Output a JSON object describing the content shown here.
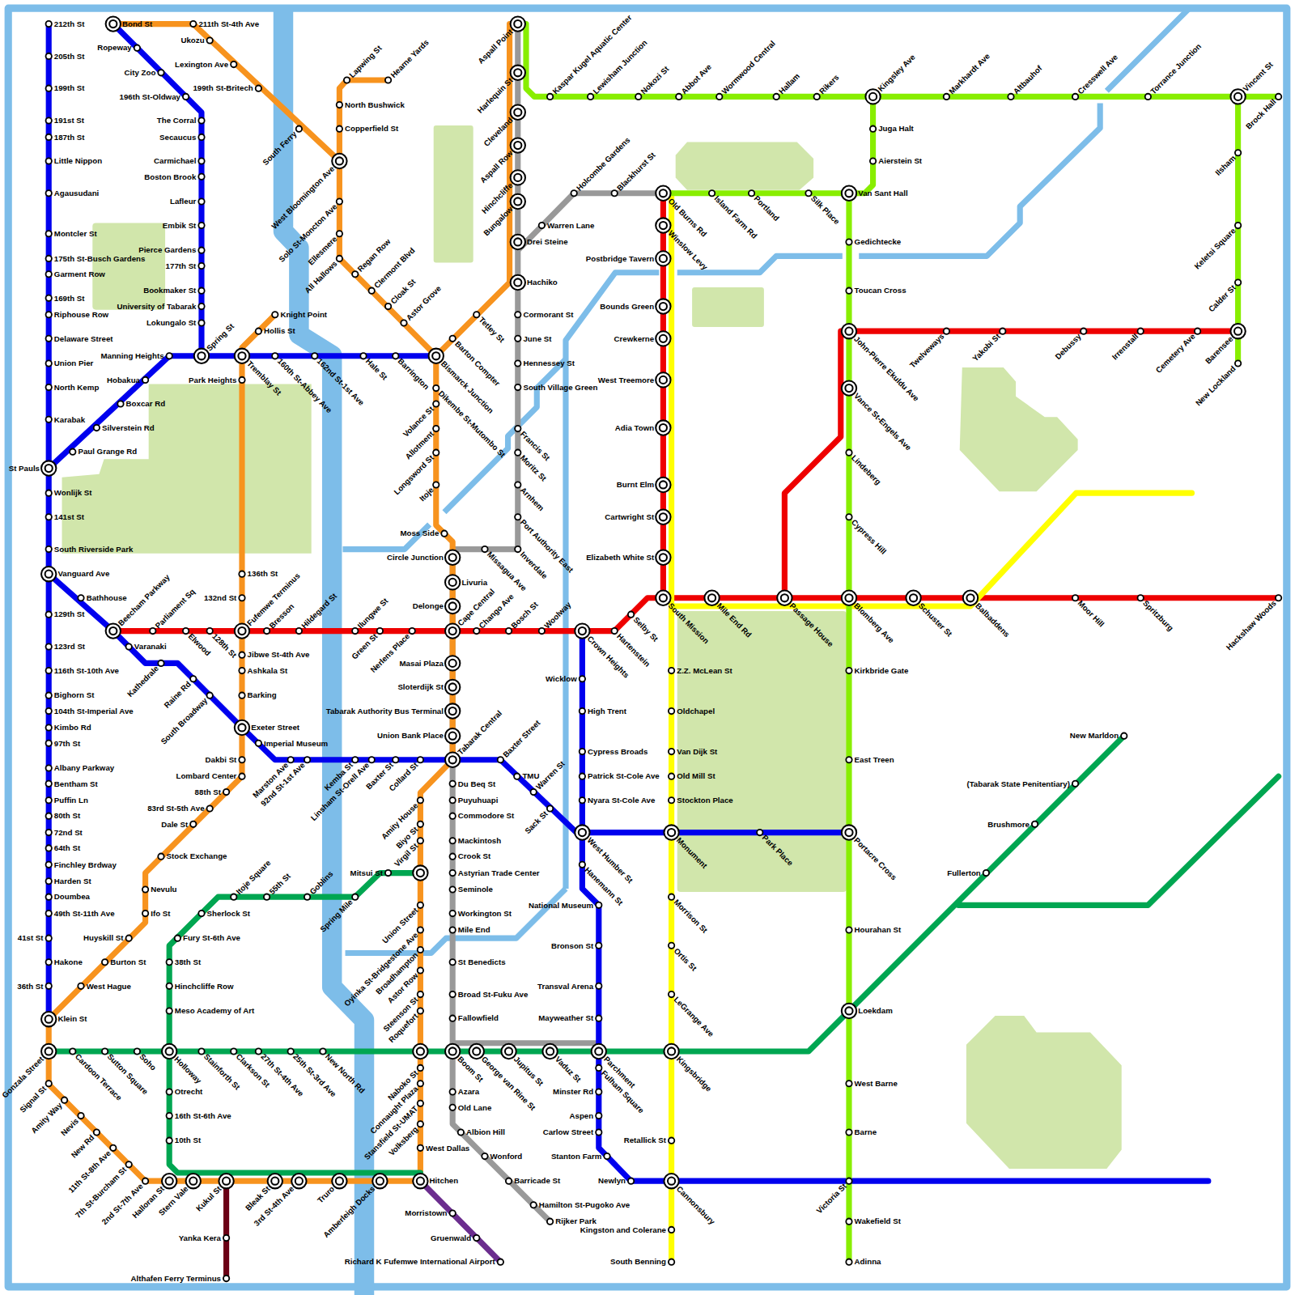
{
  "diagram": {
    "labels": [
      "212th St",
      "205th St",
      "199th St",
      "191st St",
      "187th St",
      "Little Nippon",
      "Agausudani",
      "Montcler St",
      "175th St-Busch Gardens",
      "Garment Row",
      "169th St",
      "Riphouse Row",
      "Delaware Street",
      "Union Pier",
      "North Kemp",
      "Karabak",
      "St Pauls",
      "Wonlijk St",
      "141st St",
      "South Riverside Park",
      "Vanguard Ave",
      "129th St",
      "123rd St",
      "116th St-10th Ave",
      "Bighorn St",
      "104th St-Imperial Ave",
      "Kimbo Rd",
      "97th St",
      "Albany Parkway",
      "Bentham St",
      "Puffin Ln",
      "80th St",
      "72nd St",
      "64th St",
      "Finchley Brdway",
      "Harden St",
      "Doumbea",
      "49th St-11th Ave",
      "41st St",
      "Hakone",
      "36th St",
      "Klein St",
      "Paul Grange Rd",
      "Silverstein Rd",
      "Boxcar Rd",
      "Hobakua",
      "Manning Heights",
      "Spring St",
      "Tremblay St",
      "160th St-Abbey Ave",
      "162nd St-1st Ave",
      "Hale St",
      "Barrington",
      "Bismarck Junction",
      "Lokungalo St",
      "University of Tabarak",
      "Bookmaker St",
      "177th St",
      "Pierce Gardens",
      "Embik St",
      "Lafleur",
      "Boston Brook",
      "Carmichael",
      "Secaucus",
      "The Corral",
      "196th St-Oldway",
      "City Zoo",
      "Ropeway",
      "Bond St",
      "Bathhouse",
      "Beecham Parkway",
      "Varanaki",
      "Kathedrale",
      "Raine Rd",
      "South Broadway",
      "Exeter Street",
      "Imperial Museum",
      "Marston Ave",
      "92nd St-1st Ave",
      "Kemba St",
      "Linsham St-Orell Ave",
      "Baxter St",
      "Collard St",
      "Tabarak Central",
      "Baxter Street",
      "TMU",
      "Warren St",
      "Sack St",
      "West Humber St",
      "Park Place",
      "Monument",
      "Portacre Cross",
      "Crown Heights",
      "Wicklow",
      "High Trent",
      "Cypress Broads",
      "Patrick St-Cole Ave",
      "Nyara St-Cole Ave",
      "Hanemann St",
      "National Museum",
      "Bronson St",
      "Transval Arena",
      "Mayweather St",
      "Parchment",
      "Fulham Square",
      "Minster Rd",
      "Aspen",
      "Carlow Street",
      "Stanton Farm",
      "Newlyn",
      "Cannonsbury",
      "Victoria St",
      "211th St-4th Ave",
      "Ukozu",
      "Lexington Ave",
      "199th St-Britech",
      "South Ferry",
      "West Bloomington Ave",
      "Lapwing St",
      "Hearne Yards",
      "North Bushwick",
      "Copperfield St",
      "Solo St-Moncton Ave",
      "Ellesmere",
      "All Hallows",
      "Regan Row",
      "Clermont Blvd",
      "Cloak St",
      "Astor Grove",
      "Dikembe St-Mutombo St",
      "Volance St",
      "Allotment",
      "Longsword St",
      "Itoje",
      "Moss Side",
      "Circle Junction",
      "Livuria",
      "Delonge",
      "Cape Central",
      "Masai Plaza",
      "Sloterdijk St",
      "Tabarak Authority Bus Terminal",
      "Union Bank Place",
      "Amity House",
      "Biyo St",
      "Virgil St",
      "Union Street",
      "Oyinka St-Bridgestone Ave",
      "Broadhampton",
      "Astor Row",
      "Steenson St",
      "Roquefort",
      "Naboko St",
      "Connaught Plaza",
      "Stansfield St-UMAT",
      "Volksberg",
      "West Dallas",
      "Hitchen",
      "Amberleigh Docks",
      "Truro",
      "3rd St-4th Ave",
      "Bleak St",
      "Kukul St",
      "Stern Vale",
      "Halloran St",
      "2nd St-7th Ave",
      "7th St-Burcham St",
      "11th St-8th Ave",
      "New Rd",
      "Nevis",
      "Amity Way",
      "Signal St",
      "Gonzala Street",
      "West Hague",
      "Burton St",
      "Huyskill St",
      "Ifo St",
      "Nevulu",
      "Stock Exchange",
      "Dale St",
      "83rd St-5th Ave",
      "88th St",
      "Lombard Center",
      "Dakbi St",
      "Barking",
      "Ashkala St",
      "Jibwe St-4th Ave",
      "Fufemwe Terminus",
      "132nd St",
      "136th St",
      "Park Heights",
      "Hollis St",
      "Knight Point",
      "Parliament Sq",
      "Elwood",
      "128th St",
      "Bresson",
      "Hildegard St",
      "Ilungwe St",
      "Green St",
      "Nerlens Place",
      "Chango Ave",
      "Bosch St",
      "Woolway",
      "Hartenstein",
      "Selby St",
      "South Mission",
      "Mile End Rd",
      "Passage House",
      "Blomberg Ave",
      "Schuster St",
      "Balbaddens",
      "Moor Hill",
      "Spritzburg",
      "Hackshaw Woods",
      "Old Burns Rd",
      "Winslow Levy",
      "Postbridge Tavern",
      "Bounds Green",
      "Crewkerne",
      "West Treemore",
      "Adia Town",
      "Burnt Elm",
      "Cartwright St",
      "Elizabeth White St",
      "John-Pierre Ekuldu Ave",
      "Twelveways",
      "Yakobi St",
      "Debussy",
      "Irrenstall",
      "Cemetery Ave",
      "Barensee",
      "Z.Z. McLean St",
      "Oldchapel",
      "Van Dijk St",
      "Old Mill St",
      "Stockton Place",
      "Morrison St",
      "Ortis St",
      "LeGrange Ave",
      "Kingsbridge",
      "Retallick St",
      "Kingston and Colerane",
      "South Benning",
      "Aspall Point",
      "Kaspar Kugel Aquatic Center",
      "Lewisham Junction",
      "Nokozi St",
      "Abbot Ave",
      "Wormwood Central",
      "Hallam",
      "Rikers",
      "Kingsley Ave",
      "Markhardt Ave",
      "Altbauhof",
      "Cresswell Ave",
      "Torrance Junction",
      "Vincent St",
      "Brock Hall",
      "Juga Halt",
      "Aierstein St",
      "Island Farm Rd",
      "Portland",
      "Silk Place",
      "Van Sant Hall",
      "Gedichtecke",
      "Toucan Cross",
      "Vance St-Engels Ave",
      "Lindeberg",
      "Cypress Hill",
      "Kirkbride Gate",
      "East Treen",
      "Hourahan St",
      "Loekdam",
      "West Barne",
      "Barne",
      "Wakefield St",
      "Adinna",
      "Ilsham",
      "Keletsi Square",
      "Calder St",
      "New Lockland",
      "Harlequin St",
      "Cleveland",
      "Aspall Row",
      "Hinchcliffe",
      "Bungalow",
      "Drei Steine",
      "Hachiko",
      "Cormorant St",
      "June St",
      "Hennessey St",
      "South Village Green",
      "Francis St",
      "Moritz St",
      "Arnhem",
      "Port Authority East",
      "Inverdale",
      "Missagua Ave",
      "Du Beq St",
      "Puyuhuapi",
      "Commodore St",
      "Mackintosh",
      "Crook St",
      "Astyrian Trade Center",
      "Seminole",
      "Workington St",
      "Mile End",
      "St Benedicts",
      "Broad St-Fuku Ave",
      "Fallowfield",
      "Boom St",
      "Azara",
      "Old Lane",
      "Albion Hill",
      "Wonford",
      "Barricade St",
      "Hamilton St-Pugoko Ave",
      "Rijker Park",
      "George van Rine St",
      "Jupitus St",
      "Vaduz St",
      "Warren Lane",
      "Holcombe Gardens",
      "Blackhurst St",
      "Tetley St",
      "Barton Compter",
      "Cardoon Terrace",
      "Sutton Square",
      "Soho",
      "Holloway",
      "Stainforth St",
      "Clarkson St",
      "27th St-4th Ave",
      "25th St-3rd Ave",
      "New North Rd",
      "Fury St-6th Ave",
      "Sherlock St",
      "Itoje Square",
      "55th St",
      "Goblins",
      "Spring Mile",
      "Mitsui St",
      "38th St",
      "Hinchcliffe Row",
      "Meso Academy of Art",
      "Otrecht",
      "16th St-6th Ave",
      "10th St",
      "Fullerton",
      "Brushmore",
      "(Tabarak State Penitentiary)",
      "New Marldon",
      "Yanka Kera",
      "Althafen Ferry Terminus",
      "Morristown",
      "Gruenwald",
      "Richard K Fufemwe International Airport"
    ]
  }
}
